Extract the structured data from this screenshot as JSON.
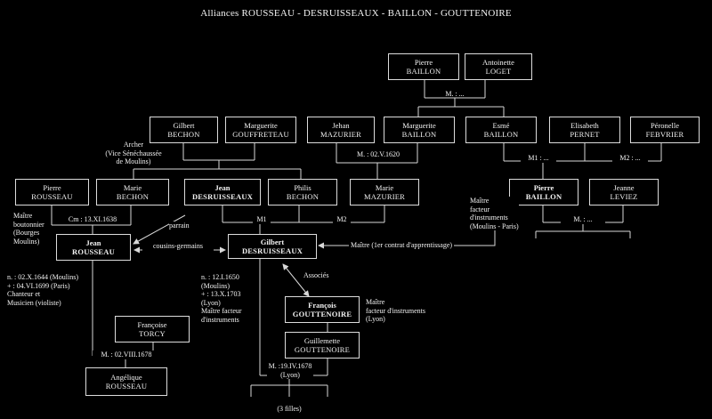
{
  "title": "Alliances ROUSSEAU - DESRUISSEAUX - BAILLON - GOUTTENOIRE",
  "persons": {
    "pierre_baillon_sr": {
      "given": "Pierre",
      "family": "BAILLON"
    },
    "antoinette_loget": {
      "given": "Antoinette",
      "family": "LOGET"
    },
    "gilbert_bechon": {
      "given": "Gilbert",
      "family": "BECHON"
    },
    "marguerite_gouffreteau": {
      "given": "Marguerite",
      "family": "GOUFFRETEAU"
    },
    "jehan_mazurier": {
      "given": "Jehan",
      "family": "MAZURIER"
    },
    "marguerite_baillon": {
      "given": "Marguerite",
      "family": "BAILLON"
    },
    "esme_baillon": {
      "given": "Esmé",
      "family": "BAILLON"
    },
    "elisabeth_pernet": {
      "given": "Elisabeth",
      "family": "PERNET"
    },
    "peronelle_febvrier": {
      "given": "Péronelle",
      "family": "FEBVRIER"
    },
    "pierre_rousseau": {
      "given": "Pierre",
      "family": "ROUSSEAU"
    },
    "marie_bechon": {
      "given": "Marie",
      "family": "BECHON"
    },
    "jean_desruisseaux": {
      "given": "Jean",
      "family": "DESRUISSEAUX"
    },
    "philis_bechon": {
      "given": "Philis",
      "family": "BECHON"
    },
    "marie_mazurier": {
      "given": "Marie",
      "family": "MAZURIER"
    },
    "pierre_baillon_jr": {
      "given": "Pierre",
      "family": "BAILLON"
    },
    "jeanne_leviez": {
      "given": "Jeanne",
      "family": "LEVIEZ"
    },
    "jean_rousseau": {
      "given": "Jean",
      "family": "ROUSSEAU"
    },
    "gilbert_desruisseaux": {
      "given": "Gilbert",
      "family": "DESRUISSEAUX"
    },
    "francois_gouttenoire": {
      "given": "François",
      "family": "GOUTTENOIRE"
    },
    "guillemette_gouttenoire": {
      "given": "Guillemette",
      "family": "GOUTTENOIRE"
    },
    "francoise_torcy": {
      "given": "Françoise",
      "family": "TORCY"
    },
    "angelique_rousseau": {
      "given": "Angélique",
      "family": "ROUSSEAU"
    }
  },
  "annotations": {
    "m_baillon_loget": "M. : ...",
    "archer": [
      "Archer",
      "(Vice Sénéchaussée",
      "de Moulins)"
    ],
    "m_mazurier": "M. : 02.V.1620",
    "m1_esme": "M1 : ...",
    "m2_esme": "M2 : ...",
    "maitre_boutonnier": [
      "Maître",
      "boutonnier",
      "(Bourges",
      "Moulins)"
    ],
    "cm_rousseau": "Cm : 13.XI.1638",
    "parrain": "parrain",
    "m1_jean": "M1",
    "m2_jean": "M2",
    "maitre_facteur_baillon": [
      "Maître",
      "facteur",
      "d'instruments",
      "(Moulins - Paris)"
    ],
    "m_pierre_leviez": "M. : ...",
    "cousins": "cousins-germains",
    "maitre_contrat": "Maître (1er contrat d'apprentissage)",
    "jean_bio": [
      "n. : 02.X.1644 (Moulins)",
      "+ : 04.VI.1699 (Paris)",
      "Chanteur et",
      "Musicien (violiste)"
    ],
    "gilbert_bio": [
      "n. : 12.I.1650",
      "(Moulins)",
      "+ : 13.X.1703",
      "(Lyon)",
      "Maître facteur",
      "d'instruments"
    ],
    "associes": "Associés",
    "francois_bio": [
      "Maître",
      "facteur d'instruments",
      "(Lyon)"
    ],
    "m_jean_torcy": "M. : 02.VIII.1678",
    "m_gilbert_guillemette": [
      "M. :19.IV.1678",
      "(Lyon)"
    ],
    "trois_filles": "(3 filles)"
  }
}
